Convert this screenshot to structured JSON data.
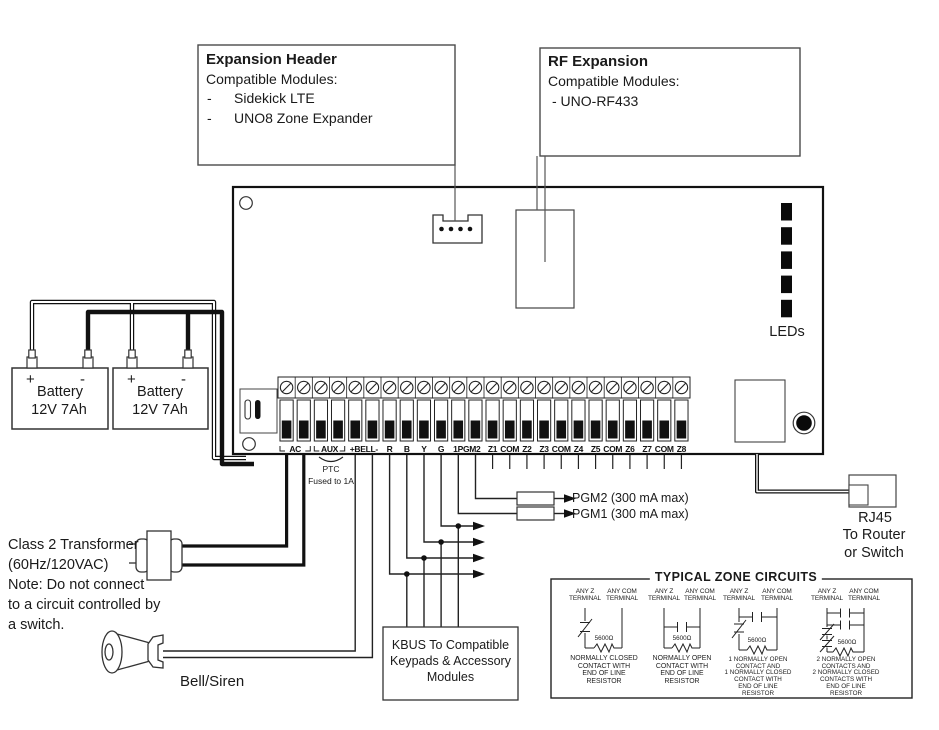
{
  "expansion_header": {
    "title": "Expansion Header",
    "subtitle": "Compatible Modules:",
    "bullet": "-",
    "items": [
      "Sidekick LTE",
      "UNO8 Zone Expander"
    ]
  },
  "rf_expansion": {
    "title": "RF Expansion",
    "subtitle": "Compatible Modules:",
    "items": [
      "- UNO-RF433"
    ]
  },
  "panel": {
    "leds_label": "LEDs",
    "terminal_groups": [
      {
        "label": "AC",
        "span": 2,
        "bracket": true
      },
      {
        "label": "AUX",
        "span": 2,
        "bracket": true
      },
      {
        "label": "+BELL-",
        "span": 2
      },
      {
        "label": "R",
        "span": 1
      },
      {
        "label": "B",
        "span": 1
      },
      {
        "label": "Y",
        "span": 1
      },
      {
        "label": "G",
        "span": 1
      },
      {
        "label": "1PGM2",
        "span": 2
      },
      {
        "label": "Z1",
        "span": 1
      },
      {
        "label": "COM",
        "span": 1
      },
      {
        "label": "Z2",
        "span": 1
      },
      {
        "label": "Z3",
        "span": 1
      },
      {
        "label": "COM",
        "span": 1
      },
      {
        "label": "Z4",
        "span": 1
      },
      {
        "label": "Z5",
        "span": 1
      },
      {
        "label": "COM",
        "span": 1
      },
      {
        "label": "Z6",
        "span": 1
      },
      {
        "label": "Z7",
        "span": 1
      },
      {
        "label": "COM",
        "span": 1
      },
      {
        "label": "Z8",
        "span": 1
      }
    ]
  },
  "aux_note": {
    "line1": "PTC",
    "line2": "Fused to 1A"
  },
  "batteries": [
    {
      "plus": "+",
      "minus": "-",
      "name": "Battery",
      "spec": "12V  7Ah"
    },
    {
      "plus": "+",
      "minus": "-",
      "name": "Battery",
      "spec": "12V  7Ah"
    }
  ],
  "transformer": {
    "lines": [
      "Class 2 Transformer",
      "(60Hz/120VAC)",
      "Note: Do not connect",
      "to a circuit controlled by",
      "a switch."
    ]
  },
  "bell": {
    "label": "Bell/Siren"
  },
  "kbus": {
    "lines": [
      "KBUS To Compatible",
      "Keypads & Accessory",
      "Modules"
    ]
  },
  "pgm_outputs": [
    {
      "label": "PGM2 (300 mA max)"
    },
    {
      "label": "PGM1 (300 mA max)"
    }
  ],
  "rj45": {
    "lines": [
      "RJ45",
      "To Router",
      "or Switch"
    ]
  },
  "zone_circuits": {
    "title": "TYPICAL ZONE CIRCUITS",
    "resistor_value": "5600Ω",
    "circuits": [
      {
        "left_label": [
          "ANY Z",
          "TERMINAL"
        ],
        "right_label": [
          "ANY COM",
          "TERMINAL"
        ],
        "caption": [
          "NORMALLY CLOSED",
          "CONTACT WITH",
          "END OF LINE",
          "RESISTOR"
        ]
      },
      {
        "left_label": [
          "ANY Z",
          "TERMINAL"
        ],
        "right_label": [
          "ANY COM",
          "TERMINAL"
        ],
        "caption": [
          "NORMALLY OPEN",
          "CONTACT WITH",
          "END OF LINE",
          "RESISTOR"
        ]
      },
      {
        "left_label": [
          "ANY Z",
          "TERMINAL"
        ],
        "right_label": [
          "ANY COM",
          "TERMINAL"
        ],
        "caption": [
          "1 NORMALLY OPEN",
          "CONTACT AND",
          "1 NORMALLY CLOSED",
          "CONTACT WITH",
          "END OF LINE",
          "RESISTOR"
        ]
      },
      {
        "left_label": [
          "ANY Z",
          "TERMINAL"
        ],
        "right_label": [
          "ANY COM",
          "TERMINAL"
        ],
        "caption": [
          "2 NORMALLY OPEN",
          "CONTACTS AND",
          "2 NORMALLY CLOSED",
          "CONTACTS WITH",
          "END OF LINE",
          "RESISTOR"
        ]
      }
    ]
  }
}
